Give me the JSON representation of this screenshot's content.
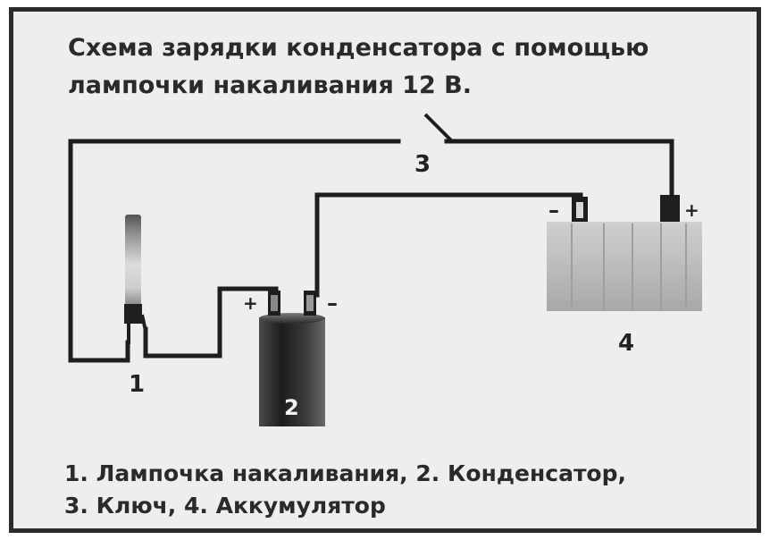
{
  "title": {
    "line1": "Схема зарядки конденсатора с помощью",
    "line2": "лампочки накаливания 12 В."
  },
  "labels": {
    "lamp": "1",
    "capacitor": "2",
    "switch": "3",
    "battery": "4"
  },
  "polarity": {
    "plus": "+",
    "minus": "–"
  },
  "caption": {
    "line1": "1. Лампочка накаливания, 2. Конденсатор,",
    "line2": "3. Ключ, 4. Аккумулятор"
  },
  "colors": {
    "background": "#eeeeee",
    "frame": "#2b2b2b",
    "wire": "#1e1e1e",
    "battery_fill": "#b9b9b9",
    "capacitor_fill": "#2e2e2e"
  }
}
